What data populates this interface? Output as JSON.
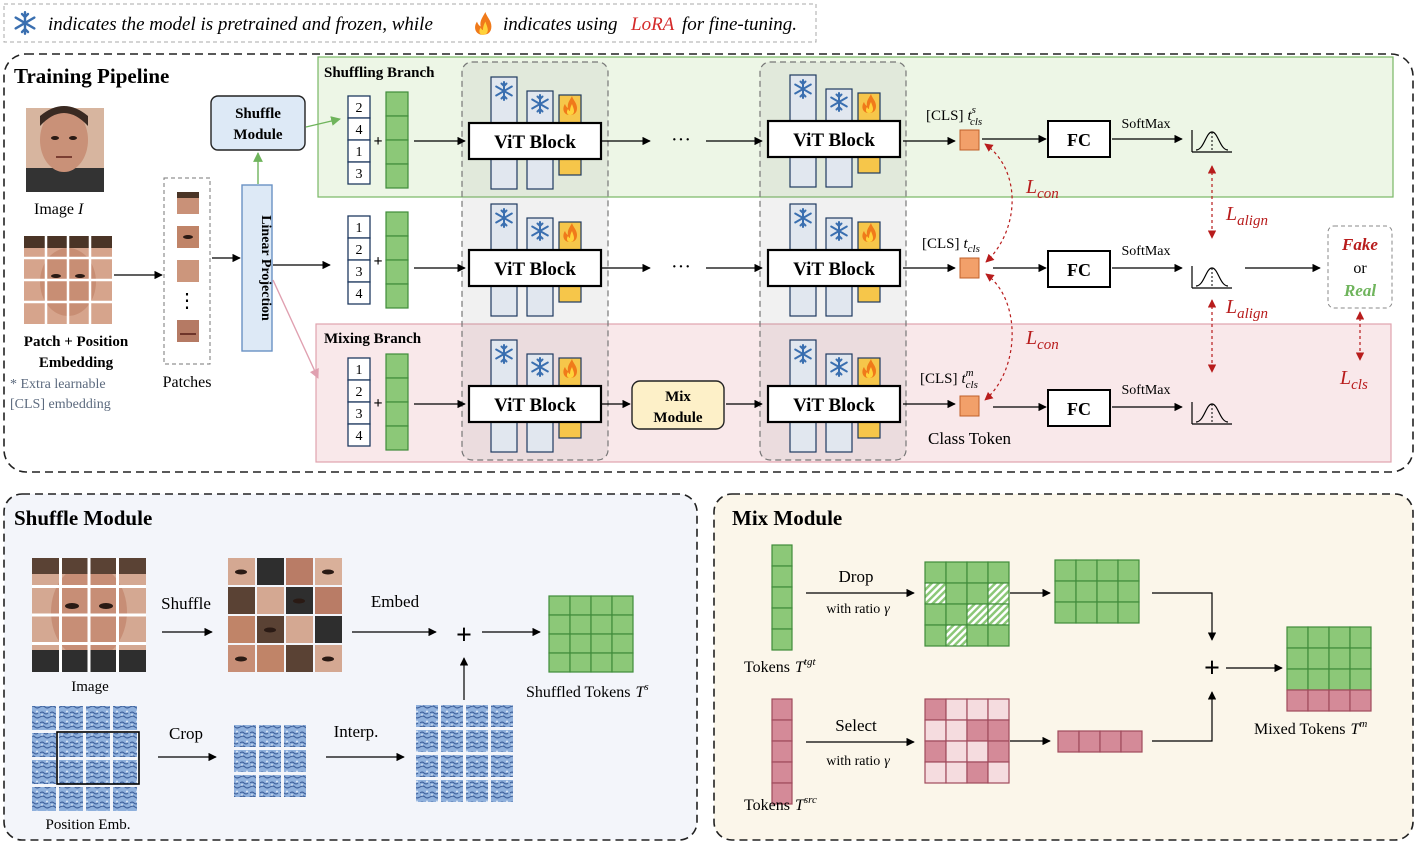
{
  "legend": {
    "part1": "indicates the model is pretrained and frozen, while",
    "part2": "indicates using",
    "lora": "LoRA",
    "part3": "for fine-tuning.",
    "snow_icon": "snowflake-icon",
    "fire_icon": "fire-icon"
  },
  "training": {
    "title": "Training Pipeline",
    "image_label": "Image",
    "image_var": "I",
    "patch_pos_line1": "Patch + Position",
    "patch_pos_line2": "Embedding",
    "extra_line1": "* Extra learnable",
    "extra_line2": "[CLS] embedding",
    "patches_label": "Patches",
    "ellipsis_v": "⋮",
    "linear_projection": "Linear Projection",
    "shuffle_module_line1": "Shuffle",
    "shuffle_module_line2": "Module",
    "shuffling_branch": "Shuffling Branch",
    "mixing_branch": "Mixing Branch",
    "token_numbers": [
      "1",
      "2",
      "3",
      "4"
    ],
    "shuffled_numbers": [
      "2",
      "4",
      "1",
      "3"
    ],
    "plus": "+",
    "vit_block": "ViT Block",
    "dots": "···",
    "mix_module_line1": "Mix",
    "mix_module_line2": "Module",
    "cls_label": "[CLS]",
    "cls_t": "t",
    "cls_sub": "cls",
    "cls_sup_s": "s",
    "cls_sup_m": "m",
    "class_token": "Class Token",
    "fc": "FC",
    "softmax": "SoftMax",
    "l_con": "L",
    "l_con_sub": "con",
    "l_align": "L",
    "l_align_sub": "align",
    "l_cls": "L",
    "l_cls_sub": "cls",
    "fake": "Fake",
    "or": "or",
    "real": "Real"
  },
  "shuffle_module": {
    "title": "Shuffle Module",
    "shuffle": "Shuffle",
    "embed": "Embed",
    "image": "Image",
    "crop": "Crop",
    "interp": "Interp.",
    "position_emb": "Position Emb.",
    "shuffled_tokens": "Shuffled Tokens",
    "shuffled_sup": "s",
    "shuffled_var": "T",
    "plus": "+"
  },
  "mix_module": {
    "title": "Mix Module",
    "drop": "Drop",
    "with_ratio": "with ratio",
    "gamma": "γ",
    "select": "Select",
    "tokens": "Tokens",
    "tgt_var": "T",
    "tgt_sup": "tgt",
    "src_var": "T",
    "src_sup": "src",
    "mixed_tokens": "Mixed Tokens",
    "mixed_var": "T",
    "mixed_sup": "m",
    "plus": "+"
  },
  "colors": {
    "green": "#8cc878",
    "green_dark": "#3f8c3a",
    "pink": "#d48a98",
    "pink_dark": "#a04a5c",
    "red": "#b81c1c",
    "blue_box": "#dde9f6",
    "orange": "#f2a06a",
    "yellow": "#f6c64a",
    "gray_block": "#e1e7ef"
  }
}
